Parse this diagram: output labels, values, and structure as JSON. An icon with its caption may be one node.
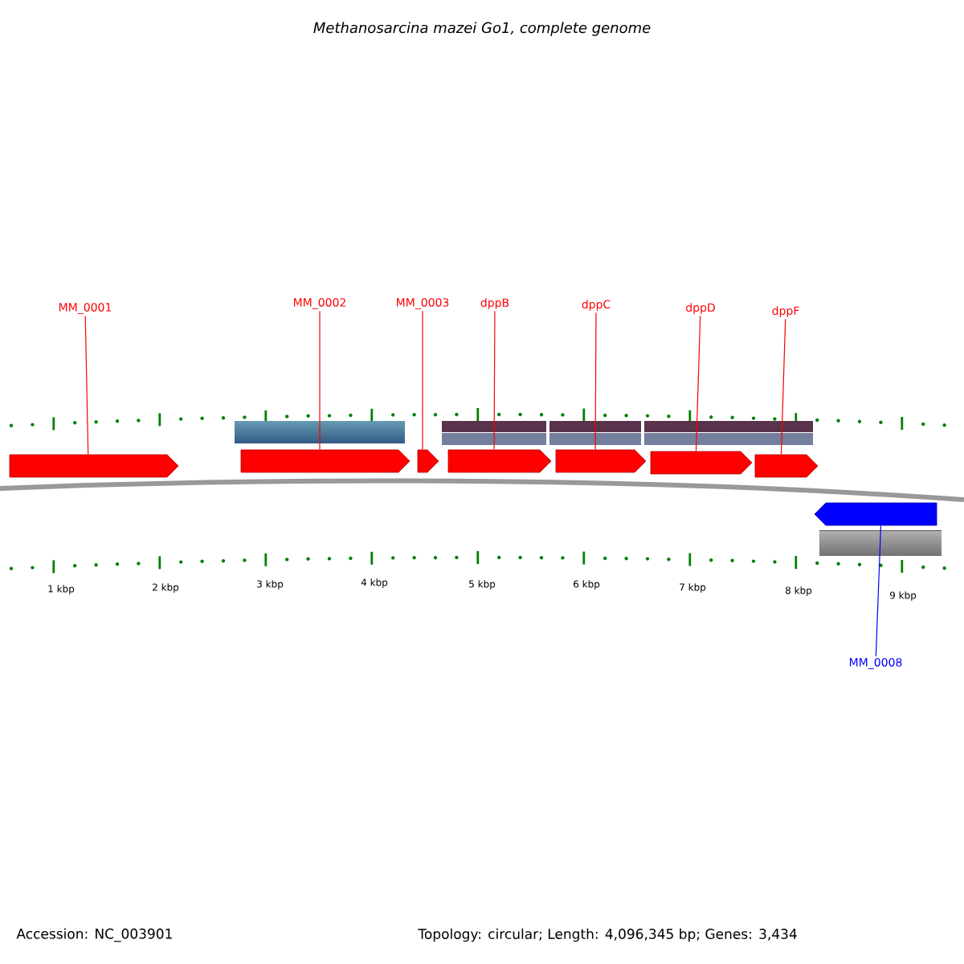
{
  "diagram": {
    "title": "Methanosarcina mazei Go1, complete genome",
    "nodes": [
      {
        "text": [
          "MM_0001"
        ]
      },
      {
        "text": [
          "MM_0002"
        ]
      },
      {
        "text": [
          "MM_0003"
        ]
      },
      {
        "text": [
          "dppB"
        ]
      },
      {
        "text": [
          "dppC"
        ]
      },
      {
        "text": [
          "dppD"
        ]
      },
      {
        "text": [
          "dppF"
        ]
      },
      {
        "text": [
          "MM_0008"
        ]
      },
      {
        "text": [],
        "shape": "arrow"
      },
      {
        "text": [],
        "shape": "arrow"
      },
      {
        "text": [],
        "shape": "arrow"
      },
      {
        "text": [],
        "shape": "arrow"
      },
      {
        "text": [],
        "shape": "arrow"
      },
      {
        "text": [],
        "shape": "arrow"
      },
      {
        "text": [],
        "shape": "arrow"
      },
      {
        "text": [],
        "shape": "arrow"
      }
    ],
    "edges": [
      {
        "from": 0,
        "to": 8,
        "arrow": "none"
      },
      {
        "from": 1,
        "to": 9,
        "arrow": "none"
      },
      {
        "from": 2,
        "to": 10,
        "arrow": "none"
      },
      {
        "from": 3,
        "to": 11,
        "arrow": "none"
      },
      {
        "from": 4,
        "to": 12,
        "arrow": "none"
      },
      {
        "from": 5,
        "to": 13,
        "arrow": "none"
      },
      {
        "from": 6,
        "to": 14,
        "arrow": "none"
      },
      {
        "from": 7,
        "to": 15,
        "arrow": "none",
        "color": "#0000ff"
      }
    ],
    "labels": [
      "1 kbp",
      "2 kbp",
      "3 kbp",
      "4 kbp",
      "5 kbp",
      "6 kbp",
      "7 kbp",
      "8 kbp",
      "9 kbp",
      "Accession: NC_003901",
      "Topology: circular; Length: 4,096,345 bp; Genes: 3,434"
    ]
  }
}
